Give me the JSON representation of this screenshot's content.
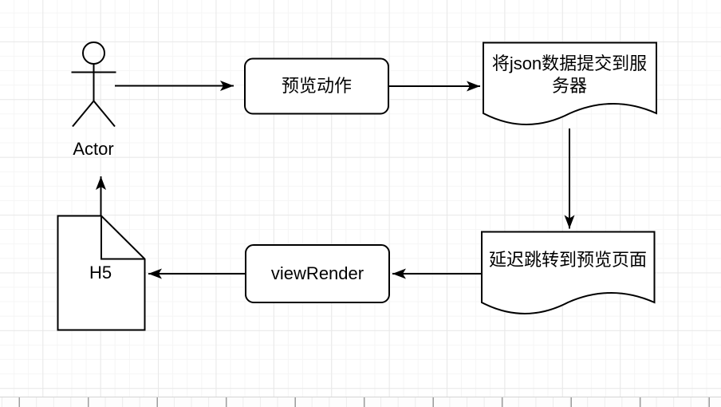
{
  "colors": {
    "background": "#ffffff",
    "grid_minor": "#f5f5f5",
    "grid_major": "#e8e8e8",
    "shape_fill": "#ffffff",
    "shape_stroke": "#000000",
    "text": "#000000"
  },
  "nodes": {
    "actor": {
      "type": "uml-actor",
      "label": "Actor"
    },
    "preview_action": {
      "type": "rounded-rectangle",
      "label": "预览动作"
    },
    "submit_json": {
      "type": "document",
      "label": "将json数据提交到服务器"
    },
    "delay_redirect": {
      "type": "document",
      "label": "延迟跳转到预览页面"
    },
    "view_render": {
      "type": "rounded-rectangle",
      "label": "viewRender"
    },
    "h5": {
      "type": "note-folded-corner",
      "label": "H5"
    }
  },
  "edges": [
    {
      "from": "actor",
      "to": "preview_action",
      "direction": "right"
    },
    {
      "from": "preview_action",
      "to": "submit_json",
      "direction": "right"
    },
    {
      "from": "submit_json",
      "to": "delay_redirect",
      "direction": "down"
    },
    {
      "from": "delay_redirect",
      "to": "view_render",
      "direction": "left"
    },
    {
      "from": "view_render",
      "to": "h5",
      "direction": "left"
    },
    {
      "from": "h5",
      "to": "actor",
      "direction": "up"
    }
  ]
}
